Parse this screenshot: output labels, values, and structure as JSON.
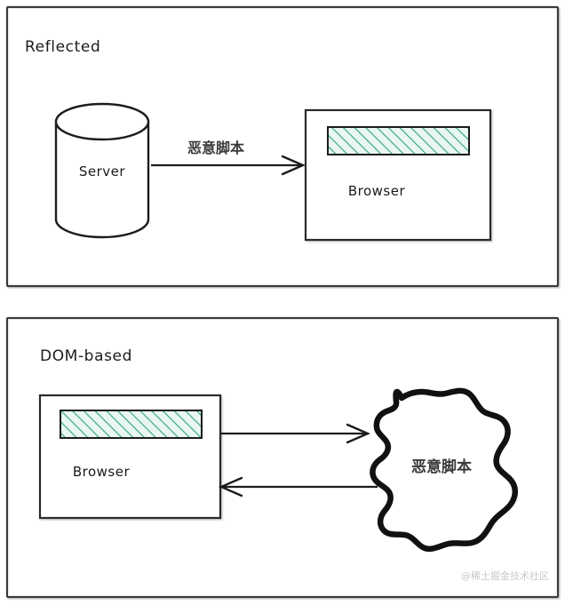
{
  "diagram": {
    "panels": [
      {
        "id": "reflected",
        "title": "Reflected",
        "nodes": [
          {
            "id": "server",
            "shape": "cylinder",
            "label": "Server"
          },
          {
            "id": "browser",
            "shape": "rectangle",
            "label": "Browser",
            "contains": "hatched-bar"
          }
        ],
        "edges": [
          {
            "id": "server-to-browser",
            "label": "恶意脚本",
            "direction": "right",
            "from": "server",
            "to": "browser"
          }
        ]
      },
      {
        "id": "dom-based",
        "title": "DOM-based",
        "nodes": [
          {
            "id": "browser2",
            "shape": "rectangle",
            "label": "Browser",
            "contains": "hatched-bar"
          },
          {
            "id": "script-blob",
            "shape": "blob",
            "label": "恶意脚本"
          }
        ],
        "edges": [
          {
            "id": "browser-to-blob",
            "label": "",
            "direction": "right",
            "from": "browser2",
            "to": "script-blob"
          },
          {
            "id": "blob-to-browser",
            "label": "",
            "direction": "left",
            "from": "script-blob",
            "to": "browser2"
          }
        ]
      }
    ],
    "watermark": "@稀土掘金技术社区",
    "colors": {
      "stroke": "#1c1c1c",
      "panel_border": "#3b3b3b",
      "hatch_line": "#3aa888",
      "hatch_fill": "#eaf7f1",
      "watermark": "#c9c9c9",
      "background": "#ffffff"
    }
  }
}
